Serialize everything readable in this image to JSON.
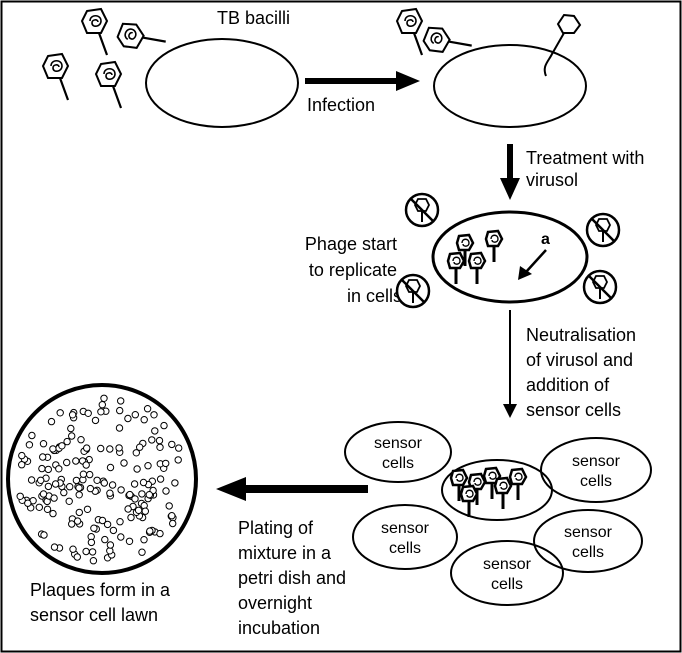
{
  "title": "TB bacilli",
  "steps": {
    "infection": "Infection",
    "treatment": [
      "Treatment with",
      "virusol"
    ],
    "replicate": [
      "Phage start",
      "to replicate",
      "in cells"
    ],
    "neutralisation": [
      "Neutralisation",
      "of virusol and",
      "addition of",
      "sensor cells"
    ],
    "plating": [
      "Plating of",
      "mixture in a",
      "petri dish and",
      "overnight",
      "incubation"
    ],
    "plaques": [
      "Plaques form in a",
      "sensor cell lawn"
    ]
  },
  "sensor_cell_label": [
    "sensor",
    "cells"
  ],
  "colors": {
    "stroke": "#000000",
    "background": "#ffffff"
  }
}
